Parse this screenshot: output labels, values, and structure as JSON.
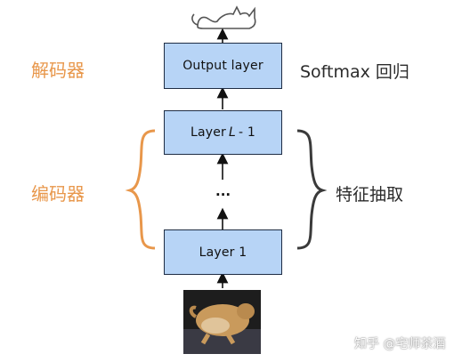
{
  "decoder_label": "解码器",
  "encoder_label": "编码器",
  "boxes": {
    "output": "Output layer",
    "layer_l_prefix": "Layer",
    "layer_l_var": "L",
    "layer_l_suffix": "- 1",
    "ellipsis": "...",
    "layer_1": "Layer 1"
  },
  "right_labels": {
    "softmax": "Softmax 回归",
    "feature": "特征抽取"
  },
  "watermark": "知乎 @宅师茶酒",
  "colors": {
    "box_fill": "#b7d4f6",
    "box_border": "#1f2d44",
    "accent_orange": "#e8974b",
    "bracket_dark": "#3a3a3a"
  }
}
